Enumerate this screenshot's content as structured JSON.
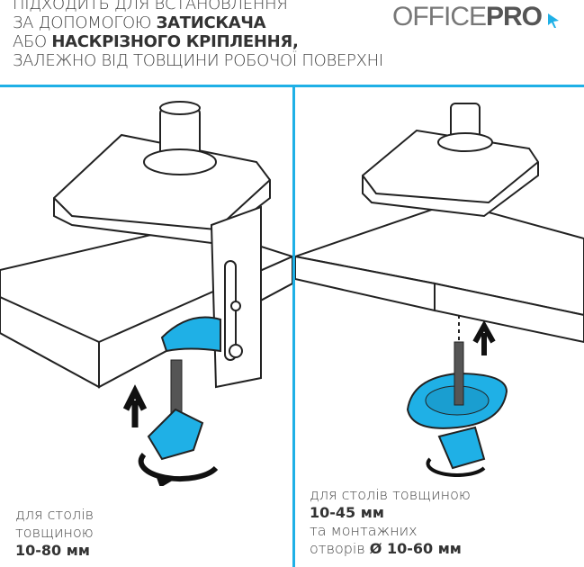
{
  "header": {
    "line1": "ПІДХОДИТЬ ДЛЯ ВСТАНОВЛЕННЯ",
    "line2_prefix": "ЗА ДОПОМОГОЮ ",
    "line2_bold": "ЗАТИСКАЧА",
    "line3_prefix": "АБО ",
    "line3_bold": "НАСКРІЗНОГО КРІПЛЕННЯ,",
    "line4": "ЗАЛЕЖНО ВІД ТОВЩИНИ РОБОЧОЇ ПОВЕРХНІ"
  },
  "logo": {
    "light": "OFFICE",
    "bold": "PRO"
  },
  "colors": {
    "accent": "#1fb0e6",
    "text": "#444444"
  },
  "left": {
    "line1": "для столів",
    "line2": "товщиною",
    "value": "10-80 мм"
  },
  "right": {
    "line1": "для столів  товщиною",
    "value": "10-45 мм",
    "line3": "та монтажних",
    "line4_prefix": "отворів ",
    "line4_value": "Ø 10-60 мм"
  }
}
